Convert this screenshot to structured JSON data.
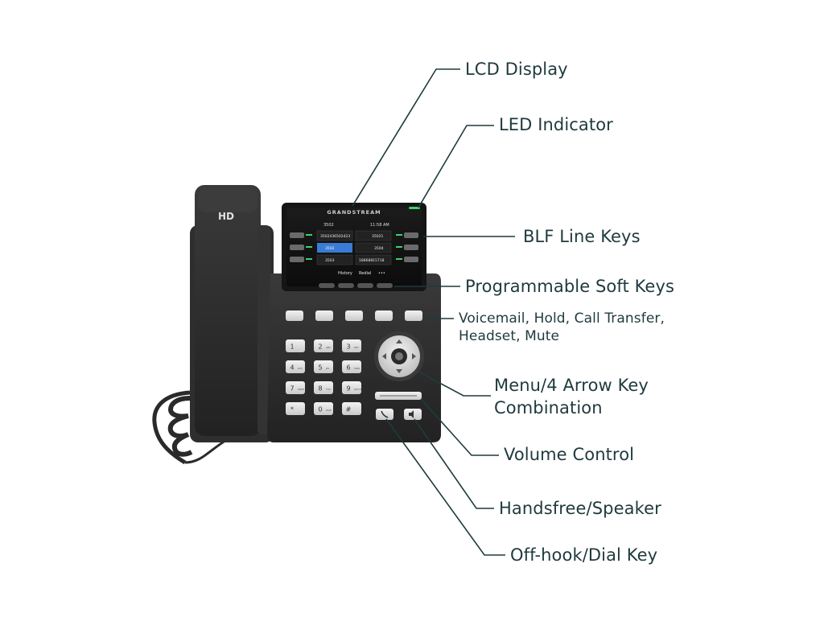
{
  "phone": {
    "brand": "GRANDSTREAM",
    "handset_badge": "HD",
    "screen": {
      "line1": "3502",
      "clock": "11:58 AM",
      "blf_keys": [
        {
          "label": "3502436502423"
        },
        {
          "label": "35021"
        },
        {
          "label": "3502"
        },
        {
          "label": "3504"
        },
        {
          "label": "3503"
        },
        {
          "label": "18868815718"
        }
      ],
      "softkeys": [
        "History",
        "Redial",
        "•••"
      ]
    },
    "keypad": [
      "1",
      "2",
      "3",
      "4",
      "5",
      "6",
      "7",
      "8",
      "9",
      "*",
      "0",
      "#"
    ],
    "keypad_sub": [
      "",
      "ABC",
      "DEF",
      "GHI",
      "JKL",
      "MNO",
      "PQRS",
      "TUV",
      "WXYZ",
      "",
      "OQZ",
      ""
    ]
  },
  "callouts": {
    "lcd": "LCD Display",
    "led": "LED Indicator",
    "blf": "BLF Line Keys",
    "soft": "Programmable Soft Keys",
    "func": "Voicemail, Hold, Call Transfer, Headset, Mute",
    "menu": "Menu/4 Arrow Key Combination",
    "volume": "Volume Control",
    "handsfree": "Handsfree/Speaker",
    "offhook": "Off-hook/Dial Key"
  },
  "colors": {
    "leader": "#1f3a3d",
    "body": "#2b2b2b",
    "screen_accent": "#3a7bd5",
    "led": "#39d26b"
  }
}
